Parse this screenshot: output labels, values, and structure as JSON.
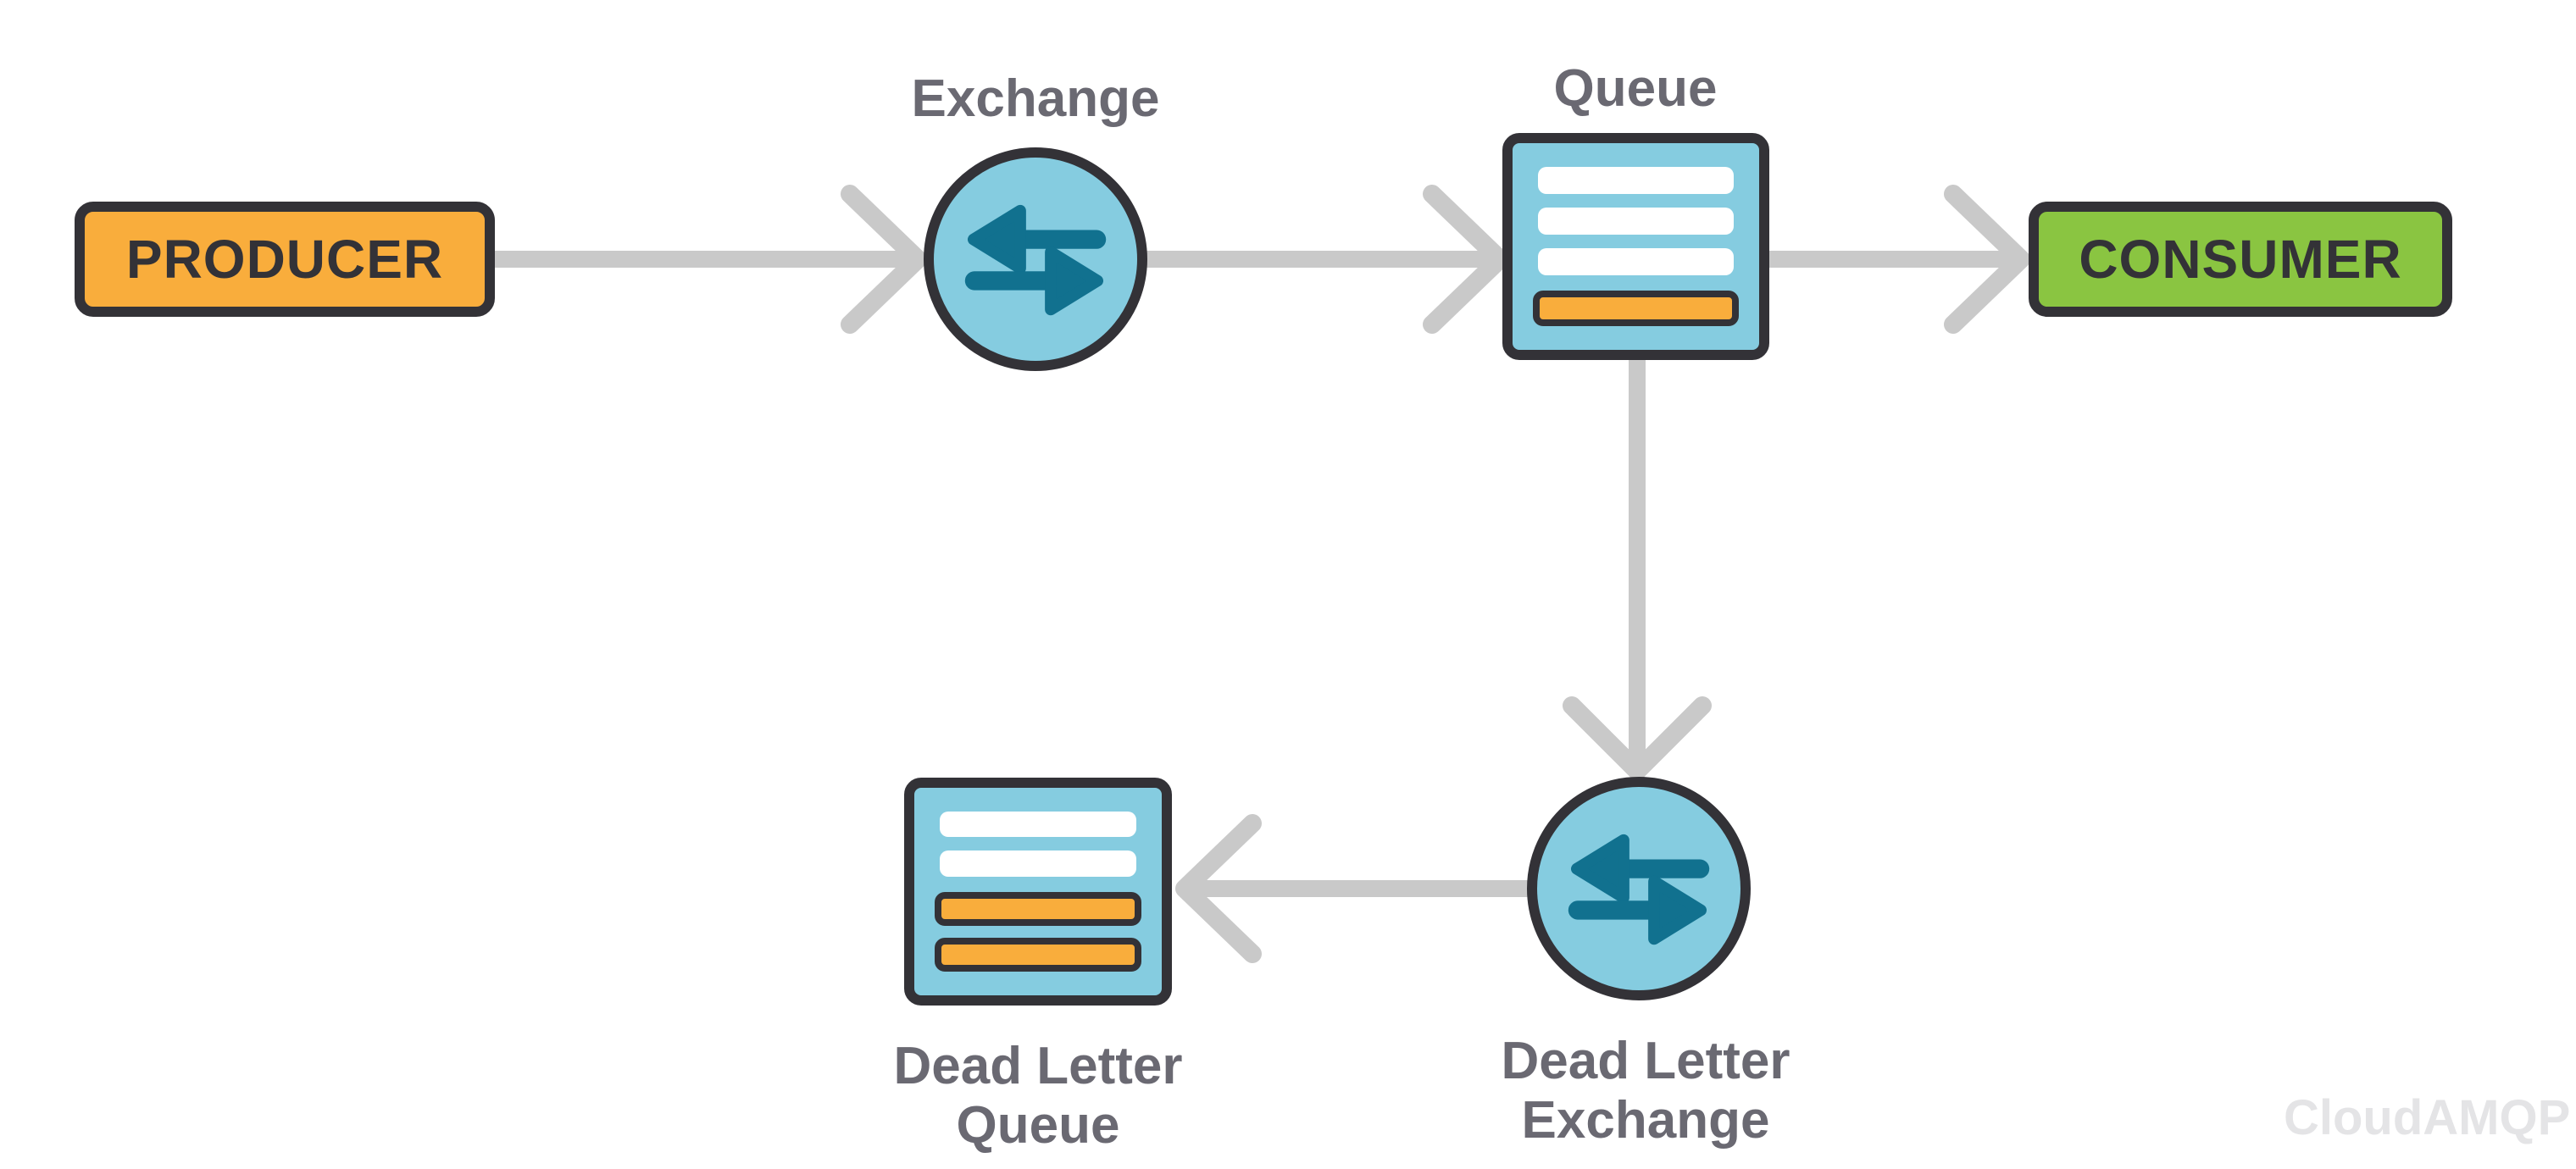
{
  "nodes": {
    "producer": {
      "label": "PRODUCER",
      "fill": "#f9ad3c"
    },
    "exchange": {
      "label": "Exchange",
      "fill": "#85cce0",
      "icon": "bidirectional-arrows-icon"
    },
    "queue": {
      "label": "Queue",
      "fill": "#85cce0",
      "empty_slots": 3,
      "messages": 1
    },
    "consumer": {
      "label": "CONSUMER",
      "fill": "#8ac541"
    },
    "dead_letter_exchange": {
      "label": "Dead Letter Exchange",
      "fill": "#85cce0",
      "icon": "bidirectional-arrows-icon"
    },
    "dead_letter_queue": {
      "label_line1": "Dead Letter",
      "label_line2": "Queue",
      "fill": "#85cce0",
      "empty_slots": 2,
      "messages": 2
    }
  },
  "edges": [
    {
      "from": "producer",
      "to": "exchange"
    },
    {
      "from": "exchange",
      "to": "queue"
    },
    {
      "from": "queue",
      "to": "consumer"
    },
    {
      "from": "queue",
      "to": "dead_letter_exchange"
    },
    {
      "from": "dead_letter_exchange",
      "to": "dead_letter_queue"
    }
  ],
  "watermark": "CloudAMQP",
  "colors": {
    "outline_dark": "#333237",
    "label_gray": "#6a6972",
    "connector_gray": "#c9c9c9",
    "message_orange": "#f9ad3c",
    "consumer_green": "#8ac541",
    "node_blue": "#85cce0",
    "icon_teal": "#11718f",
    "watermark_gray": "#e4e4e6",
    "slot_white": "#ffffff"
  }
}
